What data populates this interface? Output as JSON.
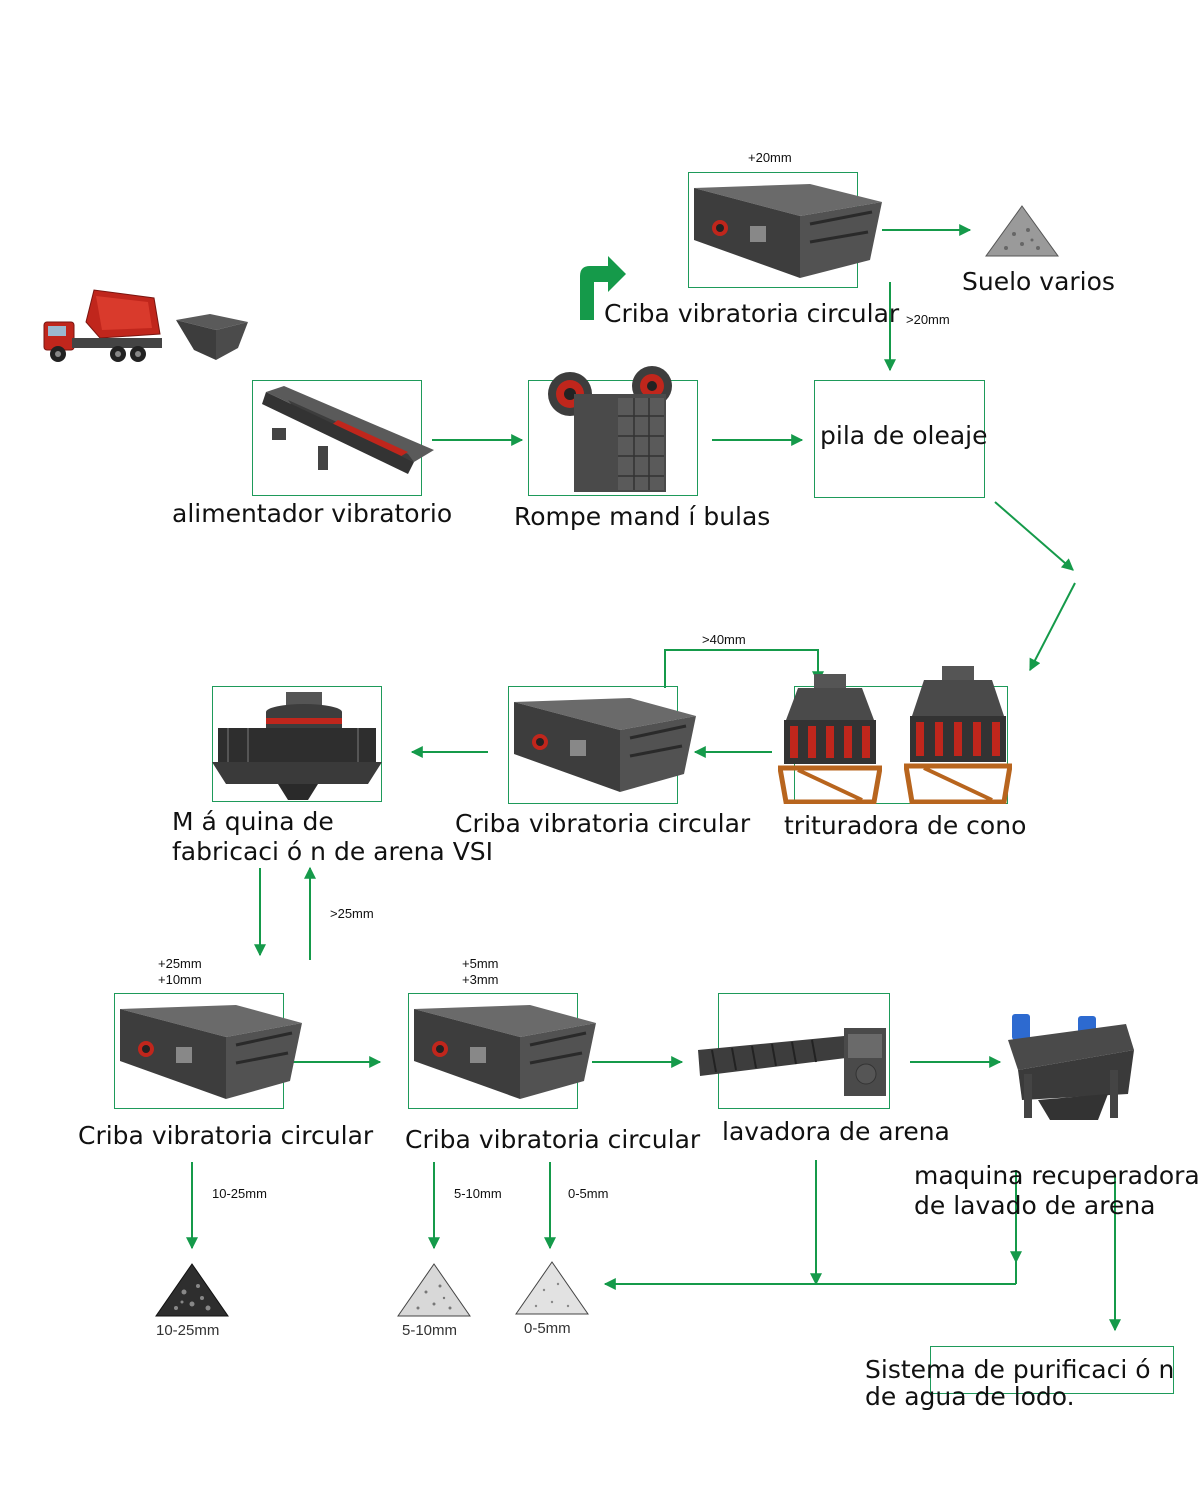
{
  "colors": {
    "arrow": "#159a4a",
    "box": "#1e9a5a",
    "machine_dark": "#3d3d3d",
    "machine_mid": "#5a5a5a",
    "accent_red": "#c0261c",
    "frame_orange": "#b8651e"
  },
  "top_screen": {
    "size_label": "+20mm",
    "label": "Criba vibratoria circular",
    "over_label": ">20mm"
  },
  "suelo": {
    "label": "Suelo varios"
  },
  "feeder": {
    "label": "alimentador vibratorio"
  },
  "jaw": {
    "label": "Rompe mand í bulas"
  },
  "stockpile": {
    "label": "pila de oleaje"
  },
  "cone": {
    "label": "trituradora de cono",
    "return_label": ">40mm"
  },
  "mid_screen": {
    "label": "Criba vibratoria circular"
  },
  "vsi": {
    "label_line1": "M á quina de",
    "label_line2": "fabricaci ó n de arena VSI",
    "return_label": ">25mm"
  },
  "screen_a": {
    "size_line1": "+25mm",
    "size_line2": "+10mm",
    "label": "Criba vibratoria circular",
    "out_label": "10-25mm"
  },
  "screen_b": {
    "size_line1": "+5mm",
    "size_line2": "+3mm",
    "label": "Criba vibratoria circular",
    "out1_label": "5-10mm",
    "out2_label": "0-5mm"
  },
  "washer": {
    "label": "lavadora de arena"
  },
  "recovery": {
    "label_line1": "maquina recuperadora",
    "label_line2": "de lavado de arena"
  },
  "piles": [
    {
      "label": "10-25mm"
    },
    {
      "label": "5-10mm"
    },
    {
      "label": "0-5mm"
    }
  ],
  "purification": {
    "label_line1": "Sistema de purificaci ó n",
    "label_line2": "de agua de lodo."
  }
}
